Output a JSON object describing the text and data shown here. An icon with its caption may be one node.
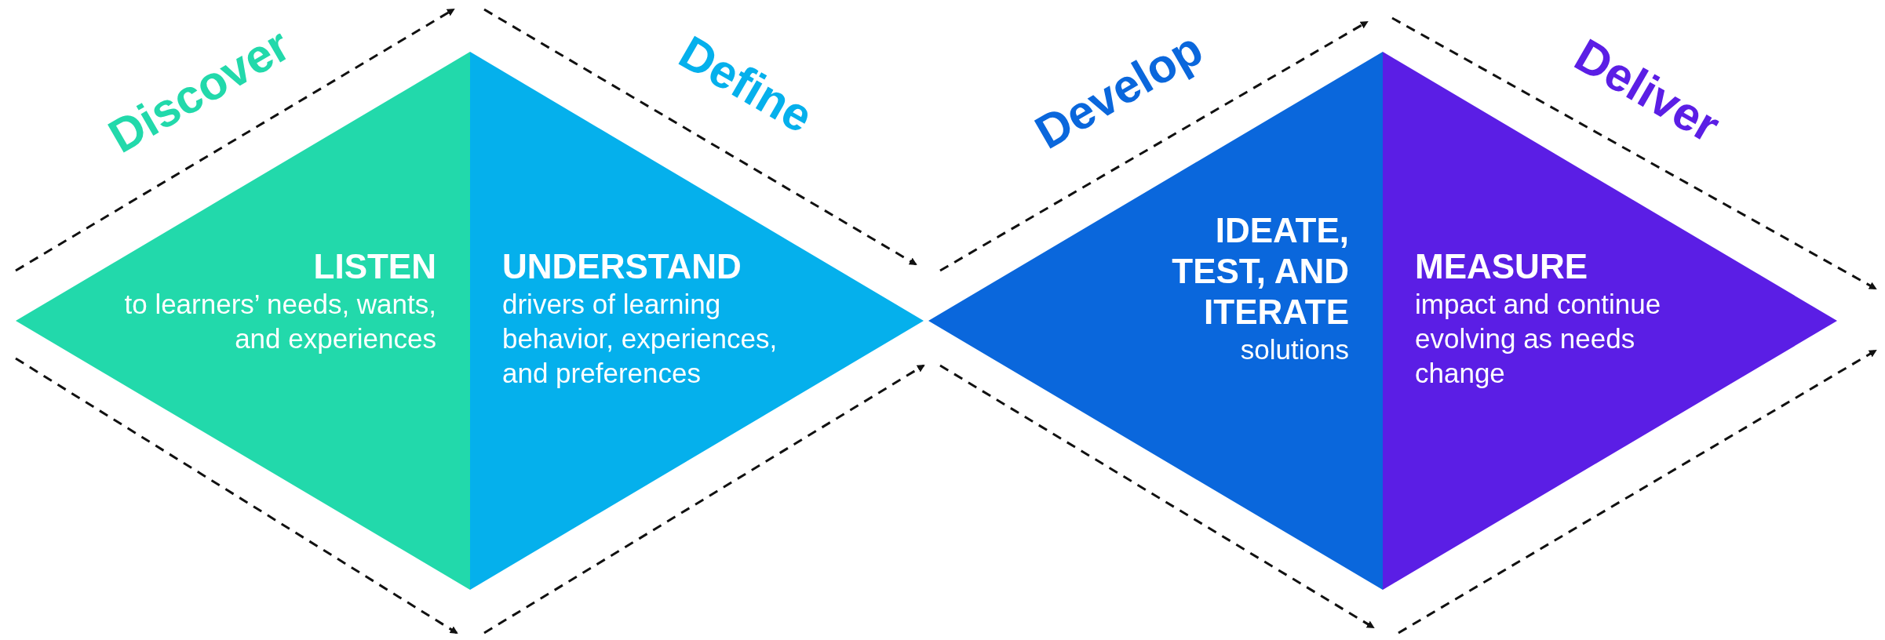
{
  "diagram": {
    "nodes": [
      {
        "text": [
          "LISTEN",
          "to learners’ needs, wants, and experiences"
        ]
      },
      {
        "text": [
          "UNDERSTAND",
          "drivers of learning behavior, experiences, and preferences"
        ]
      },
      {
        "text": [
          "IDEATE, TEST, AND ITERATE",
          "solutions"
        ]
      },
      {
        "text": [
          "MEASURE",
          "impact and continue evolving as needs change"
        ]
      }
    ],
    "edges": [],
    "labels": [
      "Discover",
      "Define",
      "Develop",
      "Deliver"
    ]
  }
}
